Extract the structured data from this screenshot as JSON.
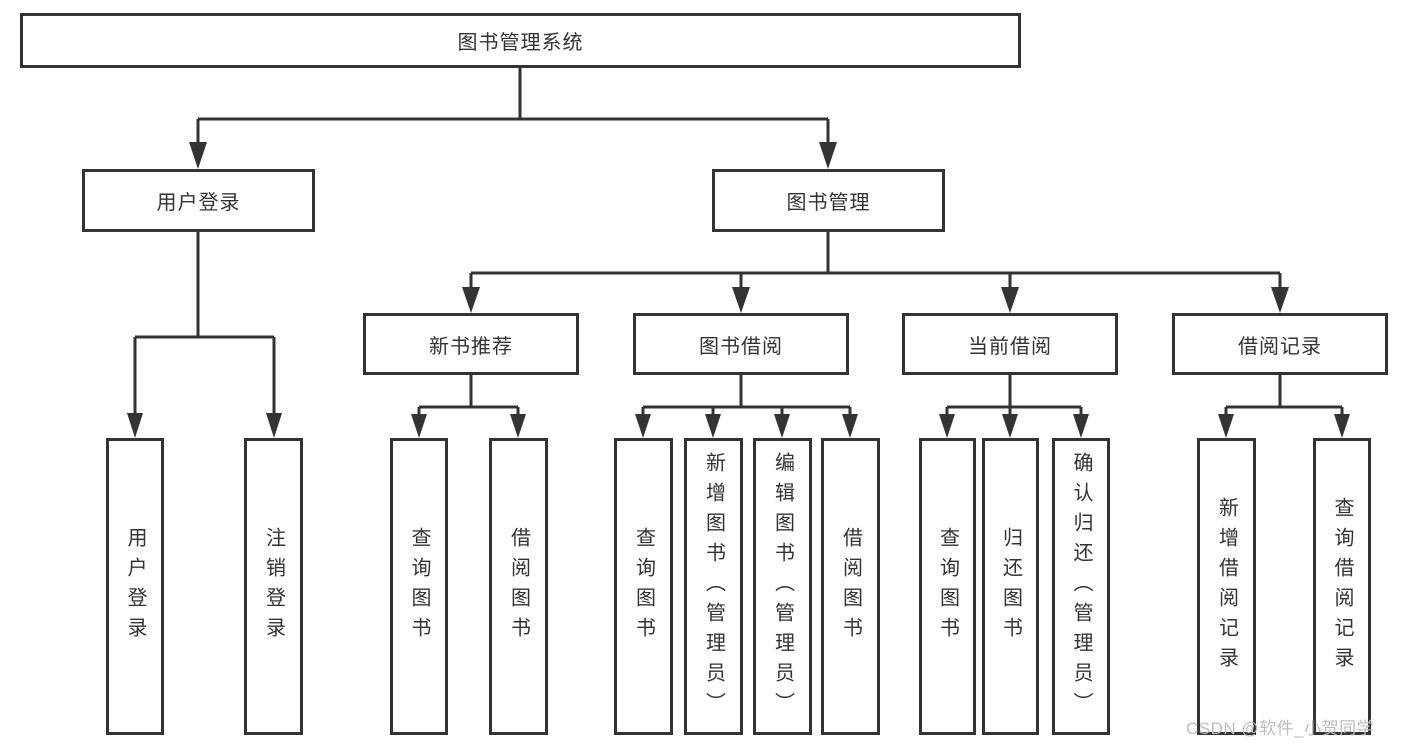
{
  "diagram": {
    "title": "图书管理系统",
    "type": "tree",
    "nodes": {
      "root": {
        "label": "图书管理系统"
      },
      "user_login": {
        "label": "用户登录"
      },
      "book_management": {
        "label": "图书管理"
      },
      "new_book_recommend": {
        "label": "新书推荐"
      },
      "book_borrow": {
        "label": "图书借阅"
      },
      "current_borrow": {
        "label": "当前借阅"
      },
      "borrow_records": {
        "label": "借阅记录"
      },
      "ul_user_login": {
        "label": "用户登录"
      },
      "ul_logout": {
        "label": "注销登录"
      },
      "nb_query_books": {
        "label": "查询图书"
      },
      "nb_borrow_books": {
        "label": "借阅图书"
      },
      "bb_query_books": {
        "label": "查询图书"
      },
      "bb_add_books": {
        "label": "新增图书（管理员）"
      },
      "bb_edit_books": {
        "label": "编辑图书（管理员）"
      },
      "bb_borrow_books": {
        "label": "借阅图书"
      },
      "cb_query_books": {
        "label": "查询图书"
      },
      "cb_return_books": {
        "label": "归还图书"
      },
      "cb_confirm_return": {
        "label": "确认归还（管理员）"
      },
      "br_add_record": {
        "label": "新增借阅记录"
      },
      "br_query_record": {
        "label": "查询借阅记录"
      }
    },
    "hierarchy": {
      "图书管理系统": {
        "用户登录": [
          "用户登录",
          "注销登录"
        ],
        "图书管理": {
          "新书推荐": [
            "查询图书",
            "借阅图书"
          ],
          "图书借阅": [
            "查询图书",
            "新增图书（管理员）",
            "编辑图书（管理员）",
            "借阅图书"
          ],
          "当前借阅": [
            "查询图书",
            "归还图书",
            "确认归还（管理员）"
          ],
          "借阅记录": [
            "新增借阅记录",
            "查询借阅记录"
          ]
        }
      }
    },
    "colors": {
      "line": "#333333",
      "box_border": "#333333",
      "text": "#333333",
      "background": "#ffffff",
      "watermark": "#bdbdbd"
    }
  },
  "watermark": {
    "text": "CSDN @软件_小贺同学"
  }
}
